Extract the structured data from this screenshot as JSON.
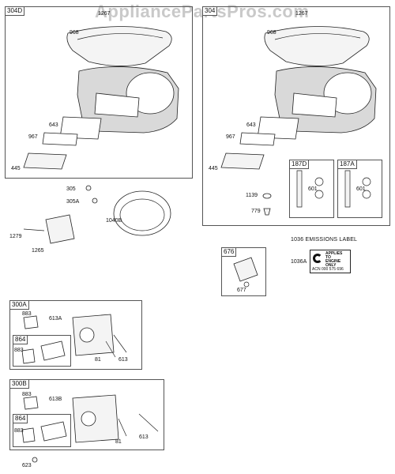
{
  "watermark": "AppliancePartsPros.com",
  "boxes": {
    "b304D": "304D",
    "b304": "304",
    "b187D": "187D",
    "b187A": "187A",
    "b676": "676",
    "b300A": "300A",
    "b864a": "864",
    "b300B": "300B",
    "b864b": "864"
  },
  "labels": {
    "l1267a": "1267",
    "l968a": "968",
    "l643a": "643",
    "l967a": "967",
    "l445a": "445",
    "l1267b": "1267",
    "l968b": "968",
    "l643b": "643",
    "l967b": "967",
    "l445b": "445",
    "l601a": "601",
    "l601b": "601",
    "l1139": "1139",
    "l779": "779",
    "l305": "305",
    "l305A": "305A",
    "l1040B": "1040B",
    "l1279": "1279",
    "l1265": "1265",
    "l1036A": "1036A",
    "l677": "677",
    "l883a": "883",
    "l613A": "613A",
    "l883b": "883",
    "l81a": "81",
    "l613a": "613",
    "l883c": "883",
    "l613B": "613B",
    "l883d": "883",
    "l81b": "81",
    "l613b": "613",
    "l623": "623"
  },
  "emissions": {
    "title": "1036 EMISSIONS LABEL",
    "line1": "APPLIES",
    "line2": "TO",
    "line3": "ENGINE",
    "line4": "ONLY",
    "code": "ACN 000 575 696"
  }
}
